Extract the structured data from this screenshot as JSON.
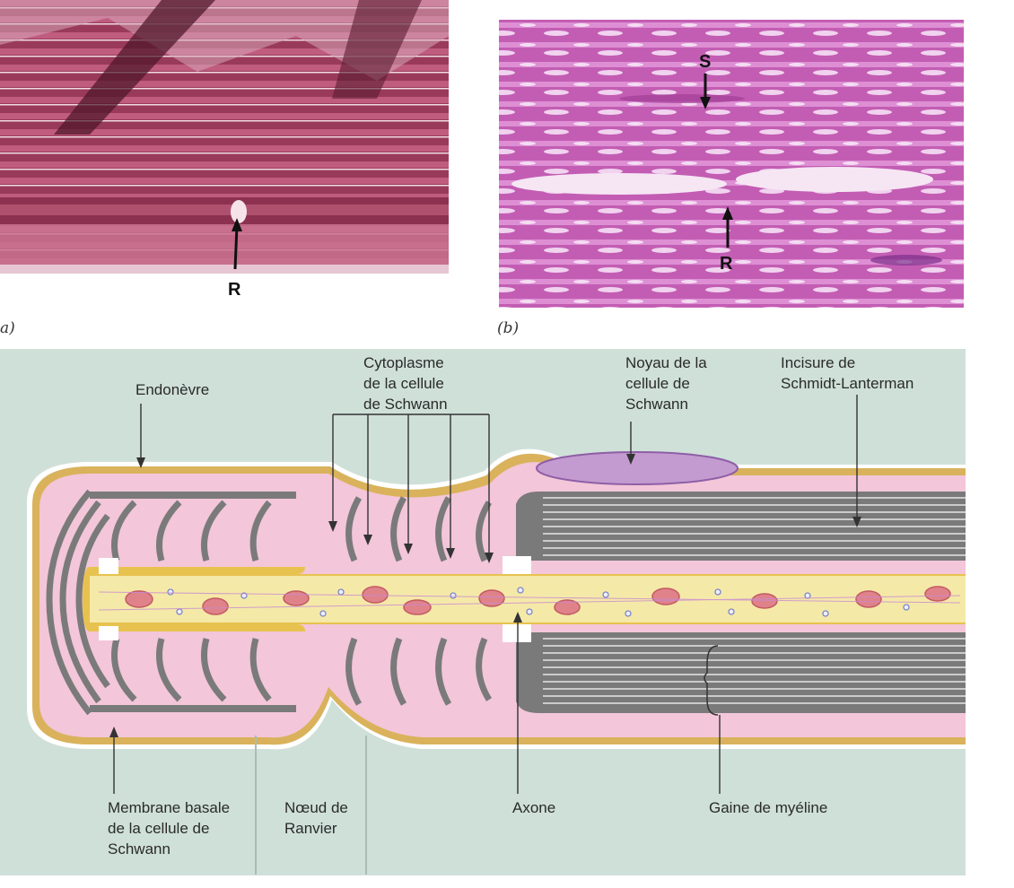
{
  "panels": {
    "a": {
      "tag": "a)",
      "markers": {
        "node": "R"
      }
    },
    "b": {
      "tag": "(b)",
      "markers": {
        "schwann": "S",
        "node": "R"
      }
    }
  },
  "diagram": {
    "labels": {
      "endoneurium": "Endonèvre",
      "cytoplasm": [
        "Cytoplasme",
        "de la cellule",
        "de Schwann"
      ],
      "nucleus": [
        "Noyau de la",
        "cellule de",
        "Schwann"
      ],
      "incisure": [
        "Incisure de",
        "Schmidt-Lanterman"
      ],
      "basal_membrane": [
        "Membrane basale",
        "de la cellule de",
        "Schwann"
      ],
      "node": [
        "Nœud de",
        "Ranvier"
      ],
      "axon": "Axone",
      "myelin": "Gaine de myéline"
    },
    "colors": {
      "background": "#cfe0d9",
      "endoneurium": "#d9b25b",
      "schwann_cytoplasm": "#f3c6d9",
      "myelin": "#6b6b6b",
      "axon": "#f5e9a8",
      "nucleus": "#c49bd0",
      "mitochondria": "#e0828a"
    }
  }
}
